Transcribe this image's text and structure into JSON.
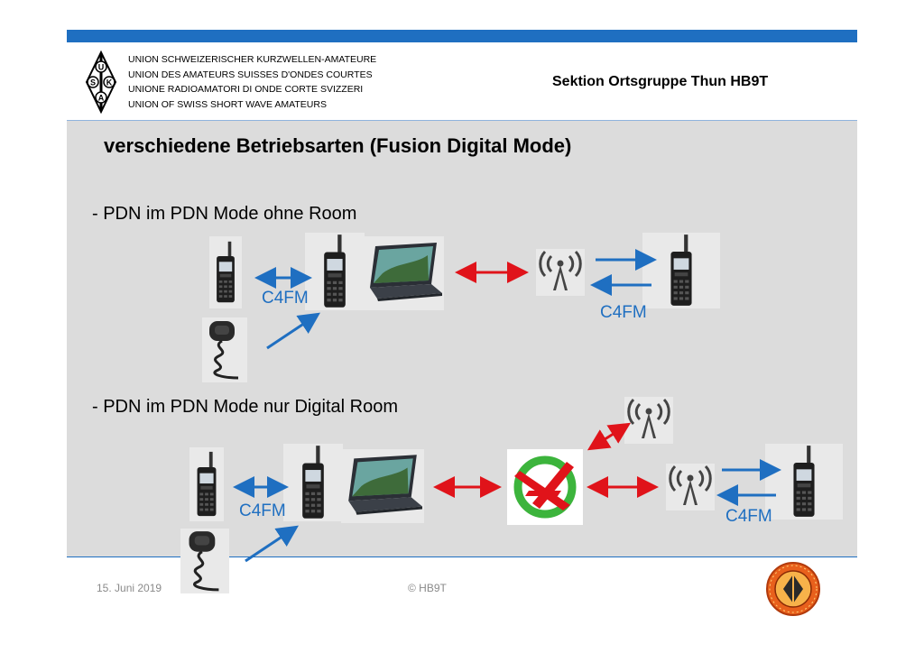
{
  "header": {
    "union_lines": [
      "UNION SCHWEIZERISCHER KURZWELLEN-AMATEURE",
      "UNION DES AMATEURS SUISSES D'ONDES COURTES",
      "UNIONE RADIOAMATORI DI ONDE CORTE SVIZZERI",
      "UNION OF SWISS SHORT WAVE AMATEURS"
    ],
    "section": "Sektion Ortsgruppe Thun HB9T",
    "logo_letters": [
      "U",
      "S",
      "K",
      "A"
    ]
  },
  "slide": {
    "title": "verschiedene Betriebsarten (Fusion Digital Mode)",
    "case1": {
      "label": "- PDN im PDN Mode ohne Room",
      "c4fm_left": "C4FM",
      "c4fm_right": "C4FM"
    },
    "case2": {
      "label": "- PDN im PDN Mode nur Digital Room",
      "c4fm_left": "C4FM",
      "c4fm_right": "C4FM"
    }
  },
  "footer": {
    "date": "15. Juni 2019",
    "copyright": "© HB9T"
  },
  "icons": {
    "handheld": "handheld-radio-icon",
    "mic": "speaker-mic-icon",
    "laptop": "laptop-icon",
    "repeater": "antenna-tower-icon",
    "wires_x": "wires-x-logo-icon",
    "badge": "sektion-thun-badge-icon"
  },
  "colors": {
    "accent_blue": "#1f6fc1",
    "arrow_red": "#e0131a",
    "panel": "#dcdcdc"
  }
}
